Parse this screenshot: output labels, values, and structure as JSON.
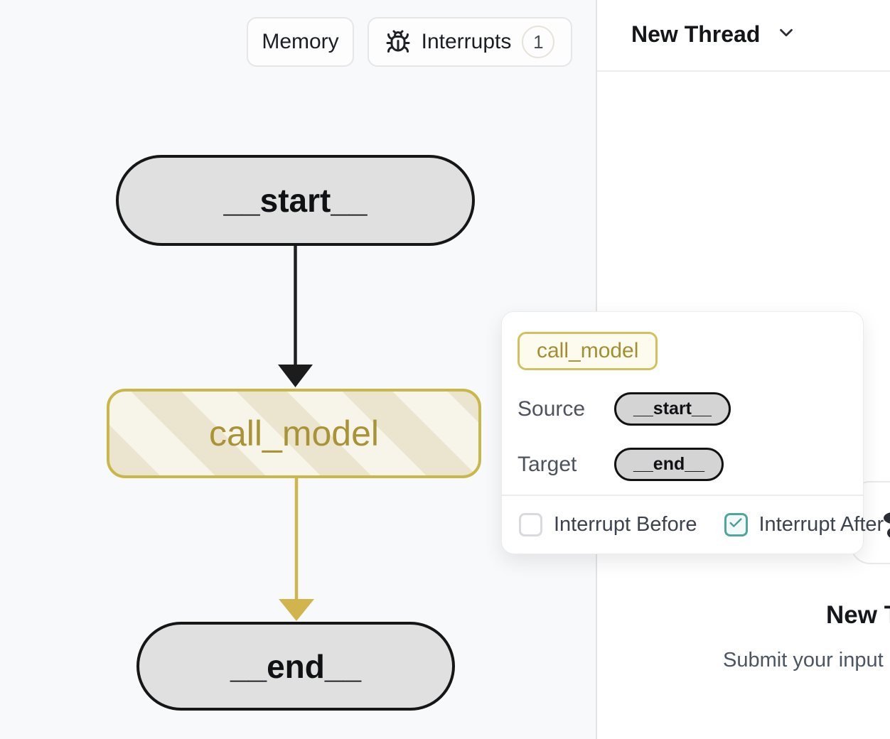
{
  "toolbar": {
    "memory_label": "Memory",
    "interrupts_label": "Interrupts",
    "interrupts_count": "1"
  },
  "graph": {
    "start_label": "__start__",
    "call_model_label": "call_model",
    "end_label": "__end__",
    "edges": [
      {
        "from": "__start__",
        "to": "call_model",
        "color": "#212121"
      },
      {
        "from": "call_model",
        "to": "__end__",
        "color": "#d2b44c"
      }
    ]
  },
  "popover": {
    "node_badge": "call_model",
    "source_label": "Source",
    "source_value": "__start__",
    "target_label": "Target",
    "target_value": "__end__",
    "interrupt_before_label": "Interrupt Before",
    "interrupt_before_checked": false,
    "interrupt_after_label": "Interrupt After",
    "interrupt_after_checked": true
  },
  "thread_panel": {
    "title": "New Thread",
    "empty_title": "New T",
    "empty_subtitle": "Submit your input"
  },
  "icons": {
    "interrupts_button": "bug-icon",
    "thread_selector": "chevron-down-icon",
    "interrupt_after": "check-icon",
    "side_card": "workflow-icon"
  },
  "colors": {
    "canvas_bg": "#f8f9fa",
    "node_gray": "#e0e0e0",
    "node_border": "#161616",
    "accent_gold_border": "#c9b74b",
    "accent_gold_text": "#a99335",
    "gold_edge": "#d2b44c",
    "teal_checkbox": "#4da79c",
    "panel_divider": "#e3e3e6"
  }
}
